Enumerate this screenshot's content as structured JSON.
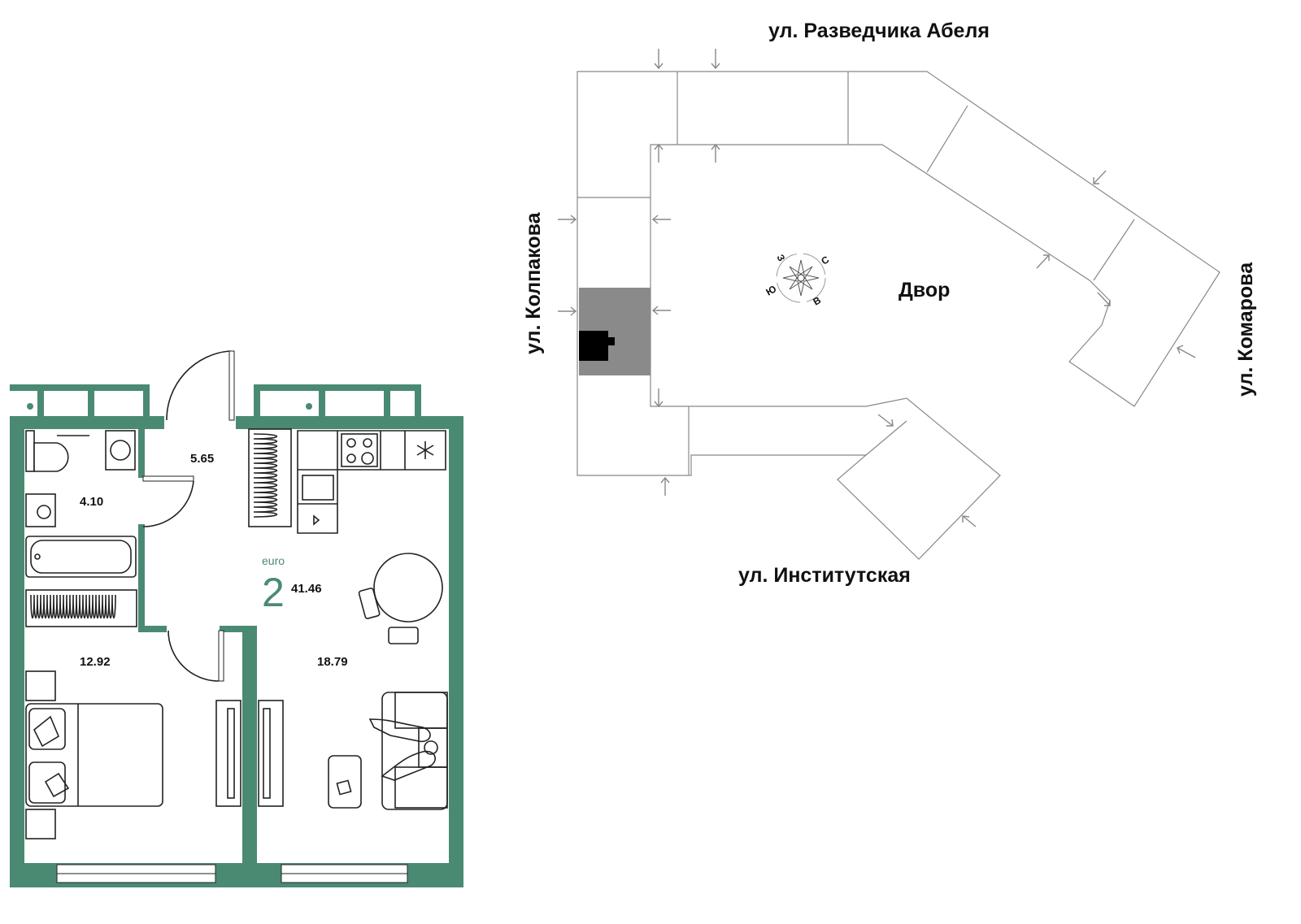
{
  "streets": {
    "top": "ул. Разведчика Абеля",
    "left": "ул. Колпакова",
    "right": "ул. Комарова",
    "bottom": "ул. Институтская"
  },
  "yard": "Двор",
  "compass": {
    "n": "С",
    "s": "Ю",
    "e": "В",
    "w": "З"
  },
  "apartment": {
    "type_label": "euro",
    "rooms": "2",
    "total_area": "41.46",
    "room_areas": {
      "bathroom": "4.10",
      "hallway": "5.65",
      "bedroom": "12.92",
      "living_kitchen": "18.79"
    }
  },
  "colors": {
    "wall": "#4a8a72",
    "highlight_section": "#8a8a8a",
    "apartment_marker": "#000000",
    "building_outline": "#888888"
  },
  "icons": [
    "compass-rose-icon",
    "snowflake-icon",
    "entrance-arrow-icon",
    "sofa-icon",
    "bed-icon"
  ]
}
